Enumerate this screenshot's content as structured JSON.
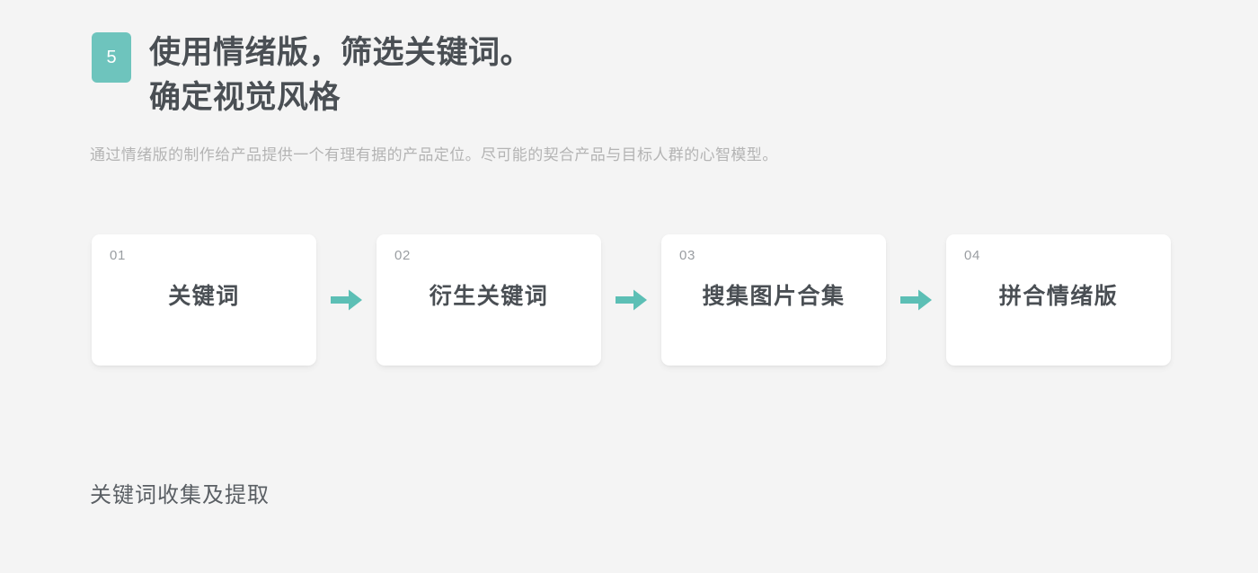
{
  "colors": {
    "background": "#f4f4f4",
    "accent_teal": "#6ec4bd",
    "arrow_teal": "#5cbfb5",
    "card_background": "#ffffff",
    "title_text": "#4a4f54",
    "subtitle_text": "#b4b4b4",
    "card_number_text": "#9a9ea2",
    "section_heading_text": "#5a5f64"
  },
  "header": {
    "step_number": "5",
    "title_line_1": "使用情绪版，筛选关键词。",
    "title_line_2": "确定视觉风格"
  },
  "subtitle": "通过情绪版的制作给产品提供一个有理有据的产品定位。尽可能的契合产品与目标人群的心智模型。",
  "flow": {
    "arrow_icon": "arrow-right-icon",
    "steps": [
      {
        "number": "01",
        "label": "关键词"
      },
      {
        "number": "02",
        "label": "衍生关键词"
      },
      {
        "number": "03",
        "label": "搜集图片合集"
      },
      {
        "number": "04",
        "label": "拼合情绪版"
      }
    ]
  },
  "section_heading": "关键词收集及提取"
}
